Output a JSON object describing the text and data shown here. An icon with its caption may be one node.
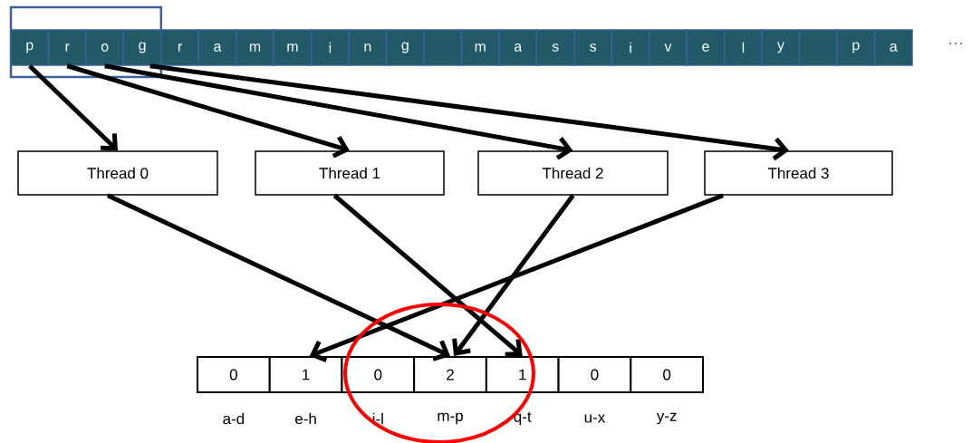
{
  "diagram": {
    "nodes": [
      {
        "text": [],
        "shape": "box"
      },
      {
        "text": [
          "p"
        ],
        "in": 0
      },
      {
        "text": [
          "r"
        ],
        "in": 0
      },
      {
        "text": [
          "o"
        ],
        "in": 0
      },
      {
        "text": [
          "g"
        ],
        "in": 0
      },
      {
        "text": [
          "r"
        ]
      },
      {
        "text": [
          "a"
        ]
      },
      {
        "text": [
          "m"
        ]
      },
      {
        "text": [
          "m"
        ]
      },
      {
        "text": [
          "i"
        ]
      },
      {
        "text": [
          "n"
        ]
      },
      {
        "text": [
          "g"
        ]
      },
      {
        "text": [],
        "shape": "box"
      },
      {
        "text": [
          "m"
        ]
      },
      {
        "text": [
          "a"
        ]
      },
      {
        "text": [
          "s"
        ]
      },
      {
        "text": [
          "s"
        ]
      },
      {
        "text": [
          "i"
        ]
      },
      {
        "text": [
          "v"
        ]
      },
      {
        "text": [
          "e"
        ]
      },
      {
        "text": [
          "l"
        ]
      },
      {
        "text": [
          "y"
        ]
      },
      {
        "text": [],
        "shape": "box"
      },
      {
        "text": [
          "p"
        ]
      },
      {
        "text": [
          "a"
        ]
      },
      {
        "text": [
          "Thread 0"
        ]
      },
      {
        "text": [
          "Thread 1"
        ]
      },
      {
        "text": [
          "Thread 2"
        ]
      },
      {
        "text": [
          "Thread 3"
        ]
      },
      {
        "text": [
          "0"
        ],
        "beside": [
          "a-d"
        ]
      },
      {
        "text": [
          "1"
        ],
        "beside": [
          "e-h"
        ]
      },
      {
        "text": [
          "0"
        ],
        "beside": [
          "i-l"
        ]
      },
      {
        "text": [
          "2"
        ],
        "beside": [
          "m-p"
        ]
      },
      {
        "text": [
          "1"
        ],
        "beside": [
          "q-t"
        ]
      },
      {
        "text": [
          "0"
        ],
        "beside": [
          "u-x"
        ]
      },
      {
        "text": [
          "0"
        ],
        "beside": [
          "y-z"
        ]
      }
    ],
    "edges": [
      {
        "from": 1,
        "to": 25,
        "arrow": "to"
      },
      {
        "from": 2,
        "to": 26,
        "arrow": "to"
      },
      {
        "from": 3,
        "to": 27,
        "arrow": "to"
      },
      {
        "from": 4,
        "to": 28,
        "arrow": "to"
      },
      {
        "from": 25,
        "to": 32,
        "arrow": "to"
      },
      {
        "from": 26,
        "to": 33,
        "arrow": "to"
      },
      {
        "from": 27,
        "to": 32,
        "arrow": "to"
      },
      {
        "from": 28,
        "to": 30,
        "arrow": "to"
      }
    ],
    "labels": [
      "···"
    ]
  }
}
